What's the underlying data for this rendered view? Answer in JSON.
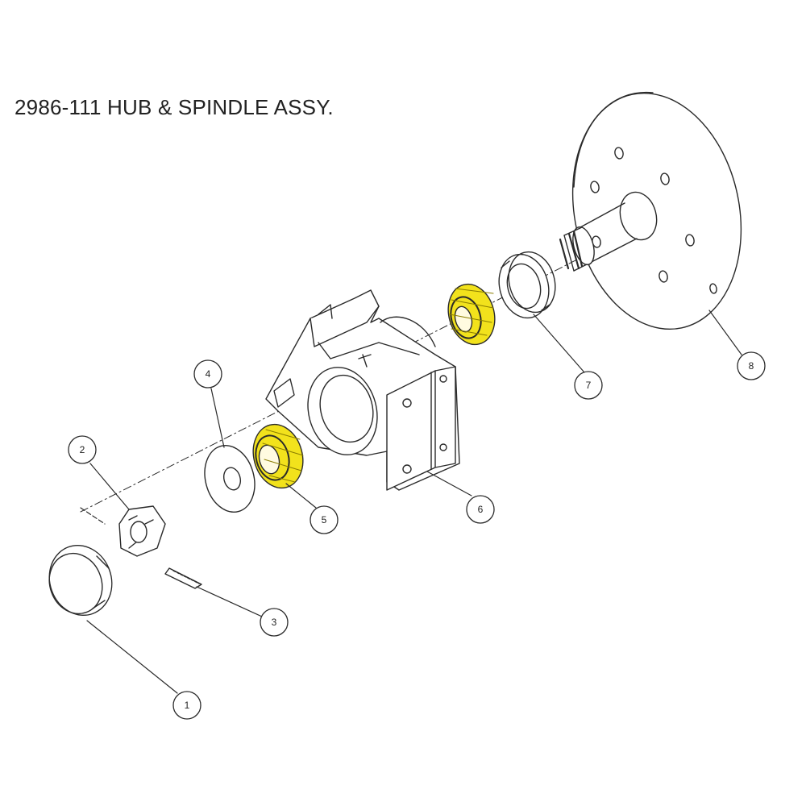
{
  "title": "2986-111 HUB & SPINDLE ASSY.",
  "colors": {
    "line": "#2a2a2a",
    "bearing_highlight": "#f2e21c",
    "bearing_shade": "#c9b800",
    "background": "#ffffff"
  },
  "callouts": [
    "1",
    "2",
    "3",
    "4",
    "5",
    "6",
    "7",
    "8"
  ],
  "highlighted_parts": [
    "5",
    "6-inner-bearing"
  ]
}
